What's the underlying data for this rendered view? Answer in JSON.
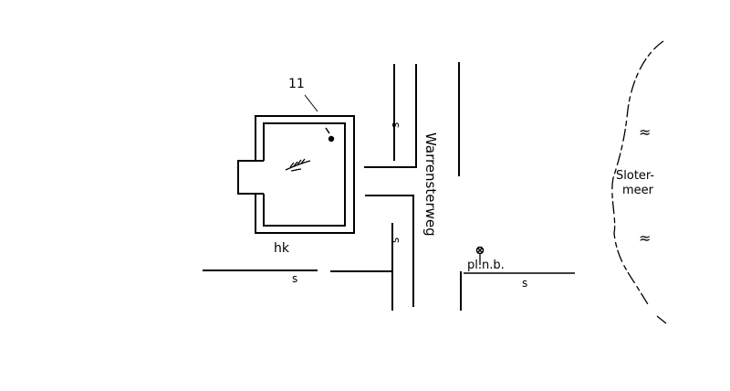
{
  "labels": {
    "point_number": "11",
    "building_code": "hk",
    "street_name": "Warrensterweg",
    "sidewalk_1": "s",
    "sidewalk_2": "s",
    "sidewalk_3": "s",
    "sidewalk_4": "s",
    "marker_label": "pl.n.b.",
    "lake_line1": "Sloter-",
    "lake_line2": "meer",
    "water_symbol_1": "≈",
    "water_symbol_2": "≈"
  },
  "colors": {
    "ink": "#000000",
    "background": "#ffffff"
  }
}
